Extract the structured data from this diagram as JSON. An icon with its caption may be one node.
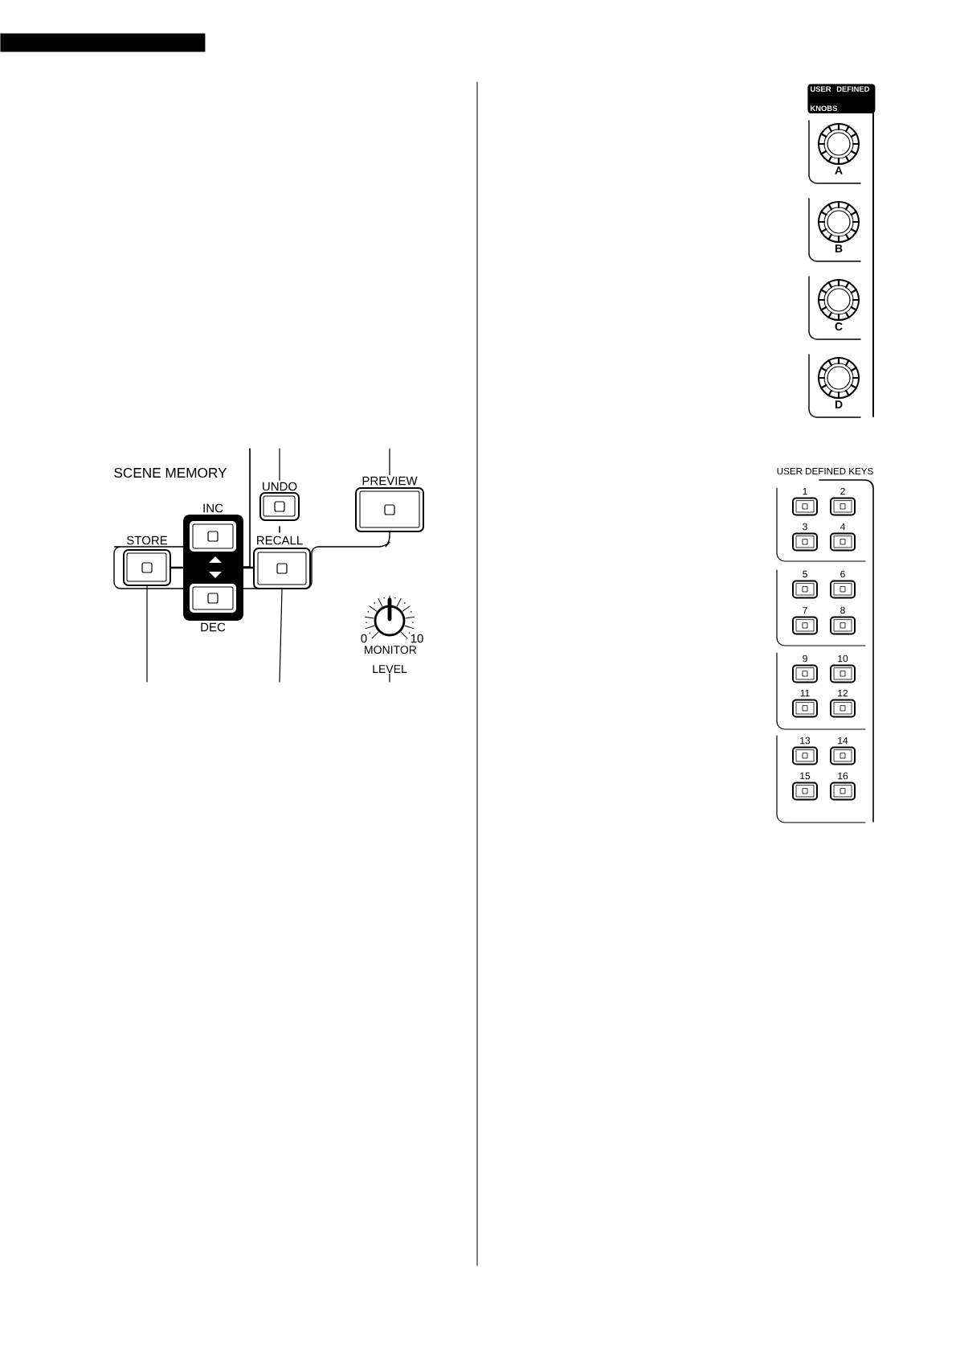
{
  "diagram": {
    "nodes": [
      {
        "text": [
          "STORE"
        ]
      },
      {
        "text": [
          "INC"
        ]
      },
      {
        "text": [
          "DEC"
        ]
      },
      {
        "text": [
          "UNDO"
        ]
      },
      {
        "text": [
          "RECALL"
        ]
      },
      {
        "text": [
          "PREVIEW"
        ]
      },
      {
        "text": [
          "MONITOR LEVEL"
        ],
        "beside": [
          "0",
          "10"
        ]
      },
      {
        "text": [
          "USER DEFINED KNOBS"
        ]
      },
      {
        "text": [
          "A"
        ],
        "in": 7
      },
      {
        "text": [
          "B"
        ],
        "in": 7
      },
      {
        "text": [
          "C"
        ],
        "in": 7
      },
      {
        "text": [
          "D"
        ],
        "in": 7
      },
      {
        "text": [
          "USER DEFINED KEYS"
        ]
      },
      {
        "text": [
          "1"
        ],
        "in": 12
      },
      {
        "text": [
          "2"
        ],
        "in": 12
      },
      {
        "text": [
          "3"
        ],
        "in": 12
      },
      {
        "text": [
          "4"
        ],
        "in": 12
      },
      {
        "text": [
          "5"
        ],
        "in": 12
      },
      {
        "text": [
          "6"
        ],
        "in": 12
      },
      {
        "text": [
          "7"
        ],
        "in": 12
      },
      {
        "text": [
          "8"
        ],
        "in": 12
      },
      {
        "text": [
          "9"
        ],
        "in": 12
      },
      {
        "text": [
          "10"
        ],
        "in": 12
      },
      {
        "text": [
          "11"
        ],
        "in": 12
      },
      {
        "text": [
          "12"
        ],
        "in": 12
      },
      {
        "text": [
          "13"
        ],
        "in": 12
      },
      {
        "text": [
          "14"
        ],
        "in": 12
      },
      {
        "text": [
          "15"
        ],
        "in": 12
      },
      {
        "text": [
          "16"
        ],
        "in": 12
      },
      {
        "text": [],
        "shape": "bar"
      }
    ],
    "edges": [
      {
        "from": null,
        "to": 1,
        "arrow": "none"
      },
      {
        "from": null,
        "to": 2,
        "arrow": "none"
      },
      {
        "from": null,
        "to": 3,
        "arrow": "none"
      },
      {
        "from": null,
        "to": 5,
        "arrow": "none"
      },
      {
        "from": null,
        "to": 0,
        "arrow": "none"
      },
      {
        "from": null,
        "to": 4,
        "arrow": "none"
      },
      {
        "from": null,
        "to": 6,
        "arrow": "none"
      }
    ],
    "labels": [
      "SCENE MEMORY"
    ]
  }
}
